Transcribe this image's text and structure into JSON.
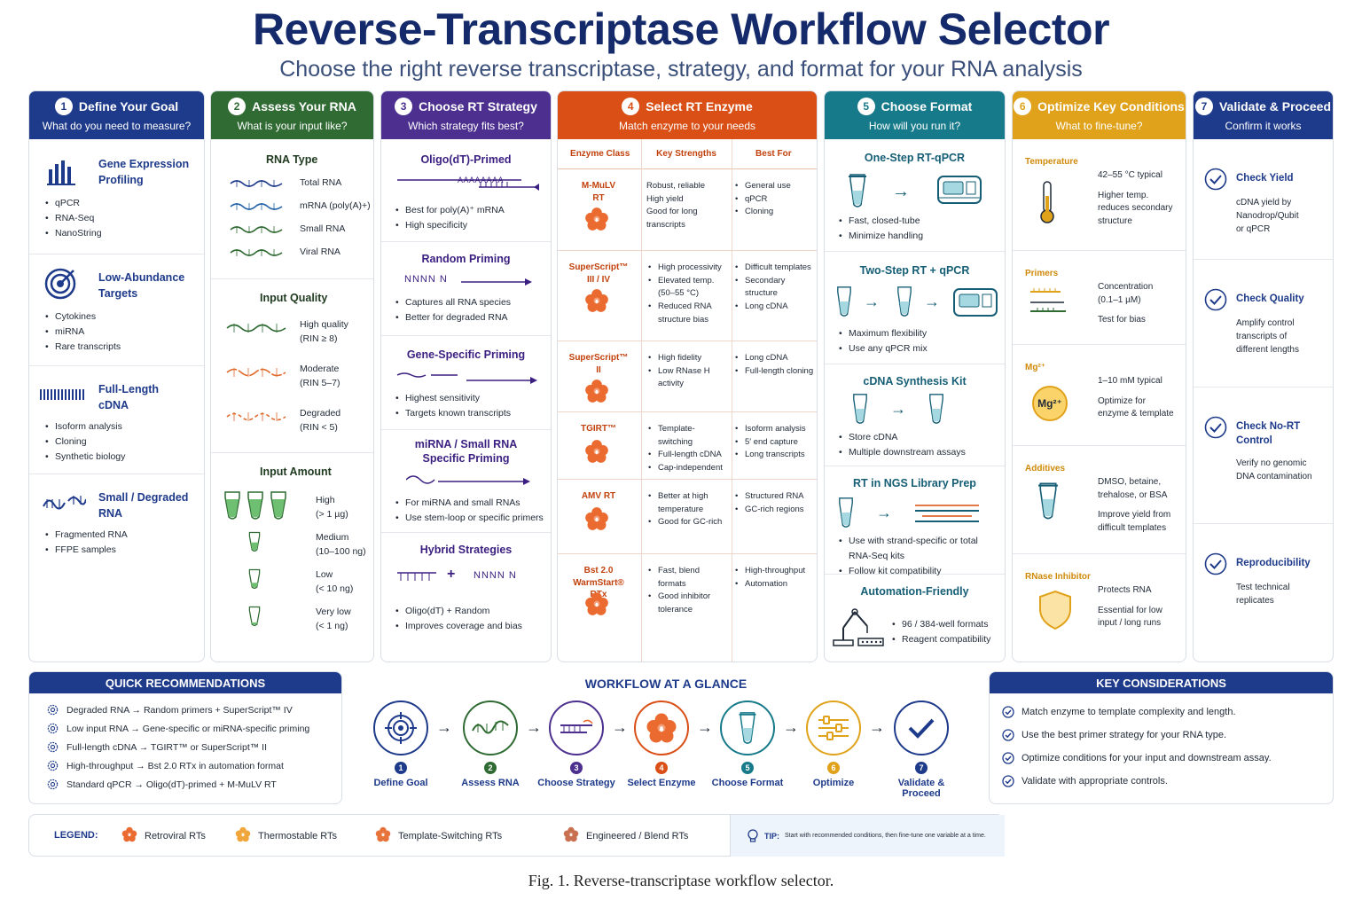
{
  "title": "Reverse-Transcriptase Workflow Selector",
  "subtitle": "Choose the right reverse transcriptase, strategy, and format for your RNA analysis",
  "columns": [
    {
      "num": "1",
      "title": "Define Your Goal",
      "sub": "What do you need to measure?",
      "color": "#1e3a8a"
    },
    {
      "num": "2",
      "title": "Assess Your RNA",
      "sub": "What is your input like?",
      "color": "#2f6b32"
    },
    {
      "num": "3",
      "title": "Choose RT Strategy",
      "sub": "Which strategy fits best?",
      "color": "#4c2f8f"
    },
    {
      "num": "4",
      "title": "Select RT Enzyme",
      "sub": "Match enzyme to your needs",
      "color": "#d94f15"
    },
    {
      "num": "5",
      "title": "Choose Format",
      "sub": "How will you run it?",
      "color": "#177a8a"
    },
    {
      "num": "6",
      "title": "Optimize Key Conditions",
      "sub": "What to fine-tune?",
      "color": "#e0a21b"
    },
    {
      "num": "7",
      "title": "Validate & Proceed",
      "sub": "Confirm it works",
      "color": "#1e3a8a"
    }
  ],
  "goals": [
    {
      "title": "Gene Expression Profiling",
      "t1": "Gene Expression",
      "t2": "Profiling",
      "items": [
        "qPCR",
        "RNA-Seq",
        "NanoString"
      ],
      "icon": "bar-chart-icon"
    },
    {
      "title": "Low-Abundance Targets",
      "t1": "Low-Abundance",
      "t2": "Targets",
      "items": [
        "Cytokines",
        "miRNA",
        "Rare transcripts"
      ],
      "icon": "target-icon"
    },
    {
      "title": "Full-Length cDNA",
      "t1": "Full-Length",
      "t2": "cDNA",
      "items": [
        "Isoform analysis",
        "Cloning",
        "Synthetic biology"
      ],
      "icon": "barcode-icon"
    },
    {
      "title": "Small / Degraded RNA",
      "t1": "Small / Degraded",
      "t2": "RNA",
      "items": [
        "Fragmented RNA",
        "FFPE samples"
      ],
      "icon": "fragment-icon"
    }
  ],
  "rna": {
    "type_title": "RNA Type",
    "types": [
      "Total RNA",
      "mRNA (poly(A)+)",
      "Small RNA",
      "Viral RNA"
    ],
    "quality_title": "Input Quality",
    "quality": [
      {
        "l1": "High quality",
        "l2": "(RIN ≥ 8)"
      },
      {
        "l1": "Moderate",
        "l2": "(RIN 5–7)"
      },
      {
        "l1": "Degraded",
        "l2": "(RIN < 5)"
      }
    ],
    "amount_title": "Input Amount",
    "amounts": [
      {
        "l1": "High",
        "l2": "(> 1 µg)"
      },
      {
        "l1": "Medium",
        "l2": "(10–100 ng)"
      },
      {
        "l1": "Low",
        "l2": "(< 10 ng)"
      },
      {
        "l1": "Very low",
        "l2": "(< 1 ng)"
      }
    ]
  },
  "strategies": [
    {
      "title": "Oligo(dT)-Primed",
      "label": "AAAAAAAA",
      "items": [
        "Best for poly(A)⁺ mRNA",
        "High specificity"
      ]
    },
    {
      "title": "Random Priming",
      "label": "NNNN N",
      "items": [
        "Captures all RNA species",
        "Better for degraded RNA"
      ]
    },
    {
      "title": "Gene-Specific Priming",
      "label": "",
      "items": [
        "Highest sensitivity",
        "Targets known transcripts"
      ]
    },
    {
      "title": "miRNA / Small RNA Specific Priming",
      "t1": "miRNA / Small RNA",
      "t2": "Specific Priming",
      "label": "",
      "items": [
        "For miRNA and small RNAs",
        "Use stem-loop or specific primers"
      ]
    },
    {
      "title": "Hybrid Strategies",
      "label": "NNNN N",
      "plus": "+",
      "items": [
        "Oligo(dT) + Random",
        "Improves coverage and bias"
      ]
    }
  ],
  "enzyme_headers": [
    "Enzyme Class",
    "Key Strengths",
    "Best For"
  ],
  "enzymes": [
    {
      "n1": "M-MuLV",
      "n2": "RT",
      "strengths": [
        "Robust, reliable",
        "High yield",
        "Good for long transcripts"
      ],
      "best": [
        "General use",
        "qPCR",
        "Cloning"
      ]
    },
    {
      "n1": "SuperScript™",
      "n2": "III / IV",
      "strengths": [
        "High processivity",
        "Elevated temp. (50–55 °C)",
        "Reduced RNA structure bias"
      ],
      "best": [
        "Difficult templates",
        "Secondary structure",
        "Long cDNA"
      ]
    },
    {
      "n1": "SuperScript™",
      "n2": "II",
      "strengths": [
        "High fidelity",
        "Low RNase H activity"
      ],
      "best": [
        "Long cDNA",
        "Full-length cloning"
      ]
    },
    {
      "n1": "TGIRT™",
      "n2": "",
      "strengths": [
        "Template-switching",
        "Full-length cDNA",
        "Cap-independent"
      ],
      "best": [
        "Isoform analysis",
        "5′ end capture",
        "Long transcripts"
      ]
    },
    {
      "n1": "AMV RT",
      "n2": "",
      "strengths": [
        "Better at high temperature",
        "Good for GC-rich"
      ],
      "best": [
        "Structured RNA",
        "GC-rich regions"
      ]
    },
    {
      "n1": "Bst 2.0 WarmStart®",
      "n2": "RTx",
      "strengths": [
        "Fast, blend formats",
        "Good inhibitor tolerance"
      ],
      "best": [
        "High-throughput",
        "Automation"
      ]
    }
  ],
  "formats": [
    {
      "title": "One-Step RT-qPCR",
      "items": [
        "Fast, closed-tube",
        "Minimize handling"
      ]
    },
    {
      "title": "Two-Step RT + qPCR",
      "items": [
        "Maximum flexibility",
        "Use any qPCR mix"
      ]
    },
    {
      "title": "cDNA Synthesis Kit",
      "items": [
        "Store cDNA",
        "Multiple downstream assays"
      ]
    },
    {
      "title": "RT in NGS Library Prep",
      "items": [
        "Use with strand-specific or total RNA-Seq kits",
        "Follow kit compatibility"
      ]
    },
    {
      "title": "Automation-Friendly",
      "items": [
        "96 / 384-well formats",
        "Reagent compatibility"
      ]
    }
  ],
  "conditions": [
    {
      "title": "Temperature",
      "lines": [
        "42–55 °C typical",
        "",
        "Higher temp.",
        "reduces secondary",
        "structure"
      ]
    },
    {
      "title": "Primers",
      "lines": [
        "Concentration",
        "(0.1–1 µM)",
        "",
        "Test for bias"
      ]
    },
    {
      "title": "Mg²⁺",
      "badge": "Mg²⁺",
      "lines": [
        "1–10 mM typical",
        "",
        "Optimize for",
        "enzyme & template"
      ]
    },
    {
      "title": "Additives",
      "lines": [
        "DMSO, betaine,",
        "trehalose, or BSA",
        "",
        "Improve yield from",
        "difficult templates"
      ]
    },
    {
      "title": "RNase Inhibitor",
      "lines": [
        "Protects RNA",
        "",
        "Essential for low",
        "input / long runs"
      ]
    }
  ],
  "validations": [
    {
      "t1": "Check Yield",
      "t2": "",
      "lines": [
        "cDNA yield by",
        "Nanodrop/Qubit",
        "or qPCR"
      ]
    },
    {
      "t1": "Check Quality",
      "t2": "",
      "lines": [
        "Amplify control",
        "transcripts of",
        "different lengths"
      ]
    },
    {
      "t1": "Check No-RT",
      "t2": "Control",
      "lines": [
        "Verify no genomic",
        "DNA contamination"
      ]
    },
    {
      "t1": "Reproducibility",
      "t2": "",
      "lines": [
        "Test technical",
        "replicates"
      ]
    }
  ],
  "quick": {
    "title": "QUICK RECOMMENDATIONS",
    "items": [
      "Degraded RNA → Random primers + SuperScript™ IV",
      "Low input RNA → Gene-specific or miRNA-specific priming",
      "Full-length cDNA → TGIRT™ or SuperScript™ II",
      "High-throughput → Bst 2.0 RTx in automation format",
      "Standard qPCR → Oligo(dT)-primed + M-MuLV RT"
    ]
  },
  "workflow": {
    "title": "WORKFLOW AT A GLANCE",
    "steps": [
      {
        "num": "1",
        "label": "Define Goal",
        "color": "#1e3a8a"
      },
      {
        "num": "2",
        "label": "Assess RNA",
        "color": "#2f6b32"
      },
      {
        "num": "3",
        "label": "Choose Strategy",
        "color": "#4c2f8f"
      },
      {
        "num": "4",
        "label": "Select Enzyme",
        "color": "#d94f15"
      },
      {
        "num": "5",
        "label": "Choose Format",
        "color": "#177a8a"
      },
      {
        "num": "6",
        "label": "Optimize",
        "color": "#e0a21b"
      },
      {
        "num": "7",
        "label": "Validate & Proceed",
        "color": "#1e3a8a"
      }
    ],
    "arrow": "→"
  },
  "key": {
    "title": "KEY CONSIDERATIONS",
    "items": [
      "Match enzyme to template complexity and length.",
      "Use the best primer strategy for your RNA type.",
      "Optimize conditions for your input and downstream assay.",
      "Validate with appropriate controls."
    ]
  },
  "legend": {
    "label": "LEGEND:",
    "items": [
      "Retroviral RTs",
      "Thermostable RTs",
      "Template-Switching RTs",
      "Engineered / Blend RTs"
    ],
    "colors": [
      "#ea6a2f",
      "#f0a63a",
      "#e8733a",
      "#c8704f"
    ],
    "tip_label": "TIP:",
    "tip": "Start with recommended conditions, then fine-tune one variable at a time."
  },
  "caption": "Fig. 1.  Reverse-transcriptase workflow selector."
}
